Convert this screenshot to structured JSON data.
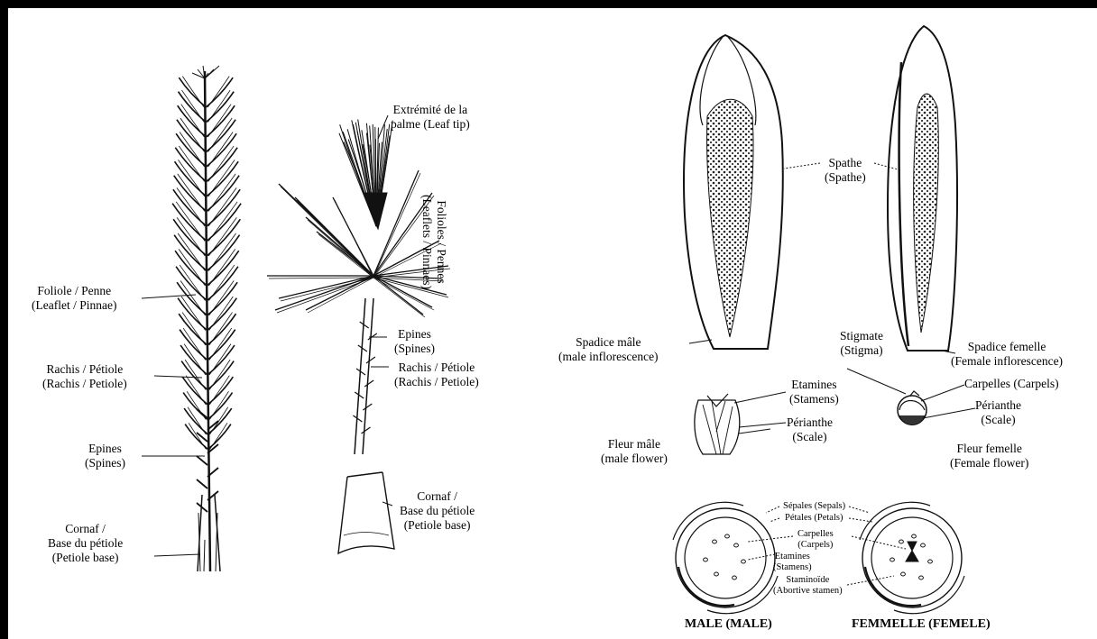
{
  "leaf": {
    "leaflet": [
      "Foliole / Penne",
      "(Leaflet / Pinnae)"
    ],
    "rachis": [
      "Rachis / Pétiole",
      "(Rachis / Petiole)"
    ],
    "spines": [
      "Epines",
      "(Spines)"
    ],
    "petiole_base": [
      "Cornaf /",
      "Base du pétiole",
      "(Petiole base)"
    ]
  },
  "leaf_detail": {
    "tip": [
      "Extrémité de la",
      "palme (Leaf tip)"
    ],
    "leaflets": [
      "Folioles / Pennes",
      "(Leaflets / Pinnaes)"
    ],
    "spines": [
      "Epines",
      "(Spines)"
    ],
    "rachis": [
      "Rachis / Pétiole",
      "(Rachis / Petiole)"
    ],
    "petiole_base": [
      "Cornaf /",
      "Base du pétiole",
      "(Petiole base)"
    ]
  },
  "inflorescence": {
    "spathe": [
      "Spathe",
      "(Spathe)"
    ],
    "male_spadix": [
      "Spadice mâle",
      "(male inflorescence)"
    ],
    "female_spadix": [
      "Spadice femelle",
      "(Female inflorescence)"
    ]
  },
  "flowers": {
    "stigma": [
      "Stigmate",
      "(Stigma)"
    ],
    "stamens": [
      "Etamines",
      "(Stamens)"
    ],
    "carpels": "Carpelles (Carpels)",
    "perianth_male": [
      "Périanthe",
      "(Scale)"
    ],
    "perianth_female": [
      "Périanthe",
      "(Scale)"
    ],
    "male_flower": [
      "Fleur mâle",
      "(male flower)"
    ],
    "female_flower": [
      "Fleur femelle",
      "(Female flower)"
    ]
  },
  "diagrams": {
    "sepals": "Sépales (Sepals)",
    "petals": "Pétales (Petals)",
    "carpels": [
      "Carpelles",
      "(Carpels)"
    ],
    "stamens": [
      "Etamines",
      "(Stamens)"
    ],
    "staminode": [
      "Staminoïde",
      "(Abortive stamen)"
    ],
    "male_caption": "MALE (MALE)",
    "female_caption": "FEMMELLE (FEMELE)"
  }
}
